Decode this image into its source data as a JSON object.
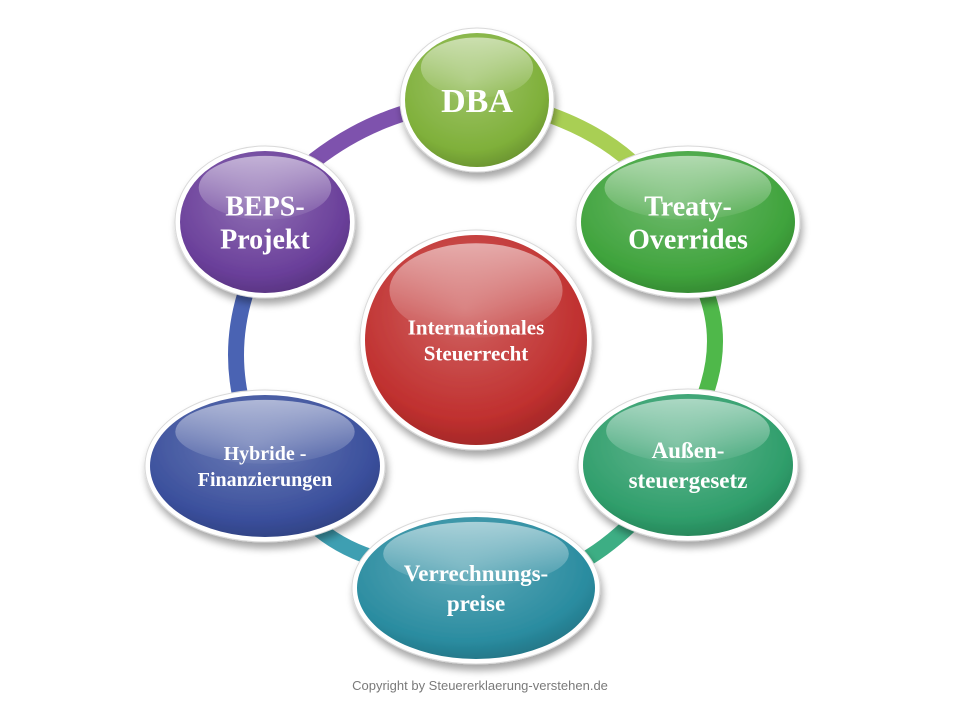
{
  "diagram": {
    "center": {
      "lines": [
        "Internationales",
        "Steuerrecht"
      ],
      "color": "#c0302f"
    },
    "nodes": [
      {
        "id": "dba",
        "lines": [
          "DBA"
        ],
        "color": "#7fb03a"
      },
      {
        "id": "treaty-overrides",
        "lines": [
          "Treaty-",
          "Overrides"
        ],
        "color": "#3fa33c"
      },
      {
        "id": "aussensteuergesetz",
        "lines": [
          "Außen-",
          "steuergesetz"
        ],
        "color": "#2f9e6b"
      },
      {
        "id": "verrechnungspreise",
        "lines": [
          "Verrechnungs-",
          "preise"
        ],
        "color": "#2a8ca0"
      },
      {
        "id": "hybride-finanzierungen",
        "lines": [
          "Hybride -",
          "Finanzierungen"
        ],
        "color": "#3a4f9c"
      },
      {
        "id": "beps-projekt",
        "lines": [
          "BEPS-",
          "Projekt"
        ],
        "color": "#6a3f9a"
      }
    ]
  },
  "footer": {
    "copyright": "Copyright by Steuererklaerung-verstehen.de"
  }
}
